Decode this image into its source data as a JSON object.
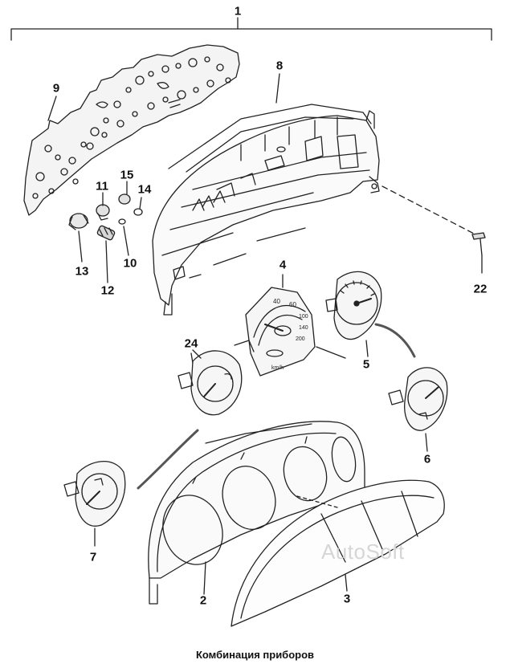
{
  "caption": "Комбинация приборов",
  "watermark": "AutoSoft",
  "callouts": [
    {
      "id": "c1",
      "label": "1"
    },
    {
      "id": "c2",
      "label": "2"
    },
    {
      "id": "c3",
      "label": "3"
    },
    {
      "id": "c4",
      "label": "4"
    },
    {
      "id": "c5",
      "label": "5"
    },
    {
      "id": "c6",
      "label": "6"
    },
    {
      "id": "c7",
      "label": "7"
    },
    {
      "id": "c8",
      "label": "8"
    },
    {
      "id": "c9",
      "label": "9"
    },
    {
      "id": "c10",
      "label": "10"
    },
    {
      "id": "c11",
      "label": "11"
    },
    {
      "id": "c12",
      "label": "12"
    },
    {
      "id": "c13",
      "label": "13"
    },
    {
      "id": "c14",
      "label": "14"
    },
    {
      "id": "c15",
      "label": "15"
    },
    {
      "id": "c22",
      "label": "22"
    },
    {
      "id": "c24",
      "label": "24"
    }
  ]
}
